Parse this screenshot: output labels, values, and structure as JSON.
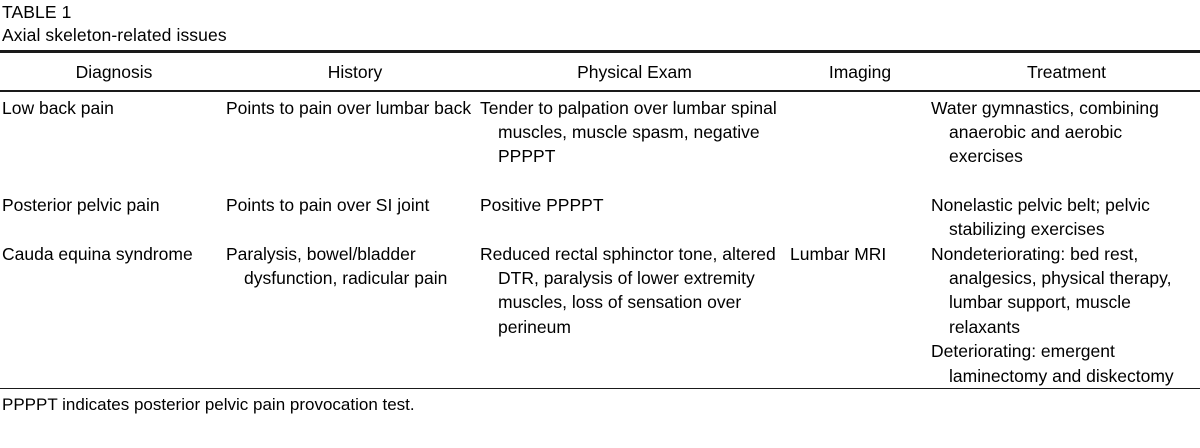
{
  "caption": {
    "label": "TABLE 1",
    "title": "Axial skeleton-related issues"
  },
  "table": {
    "columns": [
      {
        "key": "diagnosis",
        "header": "Diagnosis"
      },
      {
        "key": "history",
        "header": "History"
      },
      {
        "key": "exam",
        "header": "Physical Exam"
      },
      {
        "key": "imaging",
        "header": "Imaging"
      },
      {
        "key": "treatment",
        "header": "Treatment"
      }
    ],
    "rows": [
      {
        "diagnosis": "Low back pain",
        "history": "Points to pain over lumbar back",
        "exam": "Tender to palpation over lumbar spinal muscles, muscle spasm, negative PPPPT",
        "imaging": "",
        "treatment": "Water gymnastics, combining anaerobic and aerobic exercises"
      },
      {
        "diagnosis": "Posterior pelvic pain",
        "history": "Points to pain over SI joint",
        "exam": "Positive PPPPT",
        "imaging": "",
        "treatment": "Nonelastic pelvic belt; pelvic stabilizing exercises"
      },
      {
        "diagnosis": "Cauda equina syndrome",
        "history": "Paralysis, bowel/bladder dysfunction, radicular pain",
        "exam": "Reduced rectal sphinctor tone, altered DTR, paralysis of lower extremity muscles, loss of sensation over perineum",
        "imaging": "Lumbar MRI",
        "treatment_primary": "Nondeteriorating: bed rest, analgesics, physical therapy, lumbar support, muscle relaxants",
        "treatment_secondary": "Deteriorating: emergent laminectomy and diskectomy"
      }
    ]
  },
  "footnote": "PPPPT indicates posterior pelvic pain provocation test.",
  "colors": {
    "text": "#000000",
    "rule": "#1a1a1a",
    "background": "#ffffff"
  }
}
